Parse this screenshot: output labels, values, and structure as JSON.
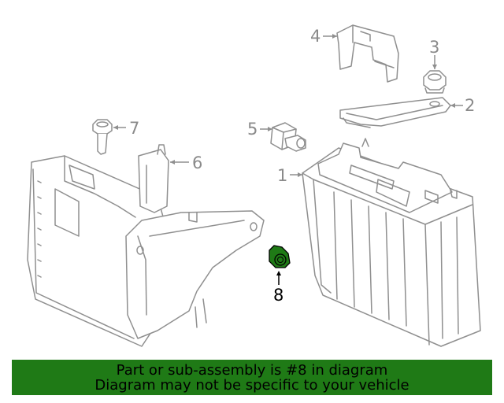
{
  "diagram": {
    "callouts": [
      {
        "id": "1",
        "label": "1"
      },
      {
        "id": "2",
        "label": "2"
      },
      {
        "id": "3",
        "label": "3"
      },
      {
        "id": "4",
        "label": "4"
      },
      {
        "id": "5",
        "label": "5"
      },
      {
        "id": "6",
        "label": "6"
      },
      {
        "id": "7",
        "label": "7"
      },
      {
        "id": "8",
        "label": "8",
        "highlighted": true
      }
    ],
    "highlight_color": "#1f7a16",
    "line_color": "#8f8f8f"
  },
  "banner": {
    "line1": "Part or sub-assembly is #8 in diagram",
    "line2": "Diagram may not be specific to your vehicle",
    "background": "#1f7a16",
    "text_color": "#000000"
  }
}
